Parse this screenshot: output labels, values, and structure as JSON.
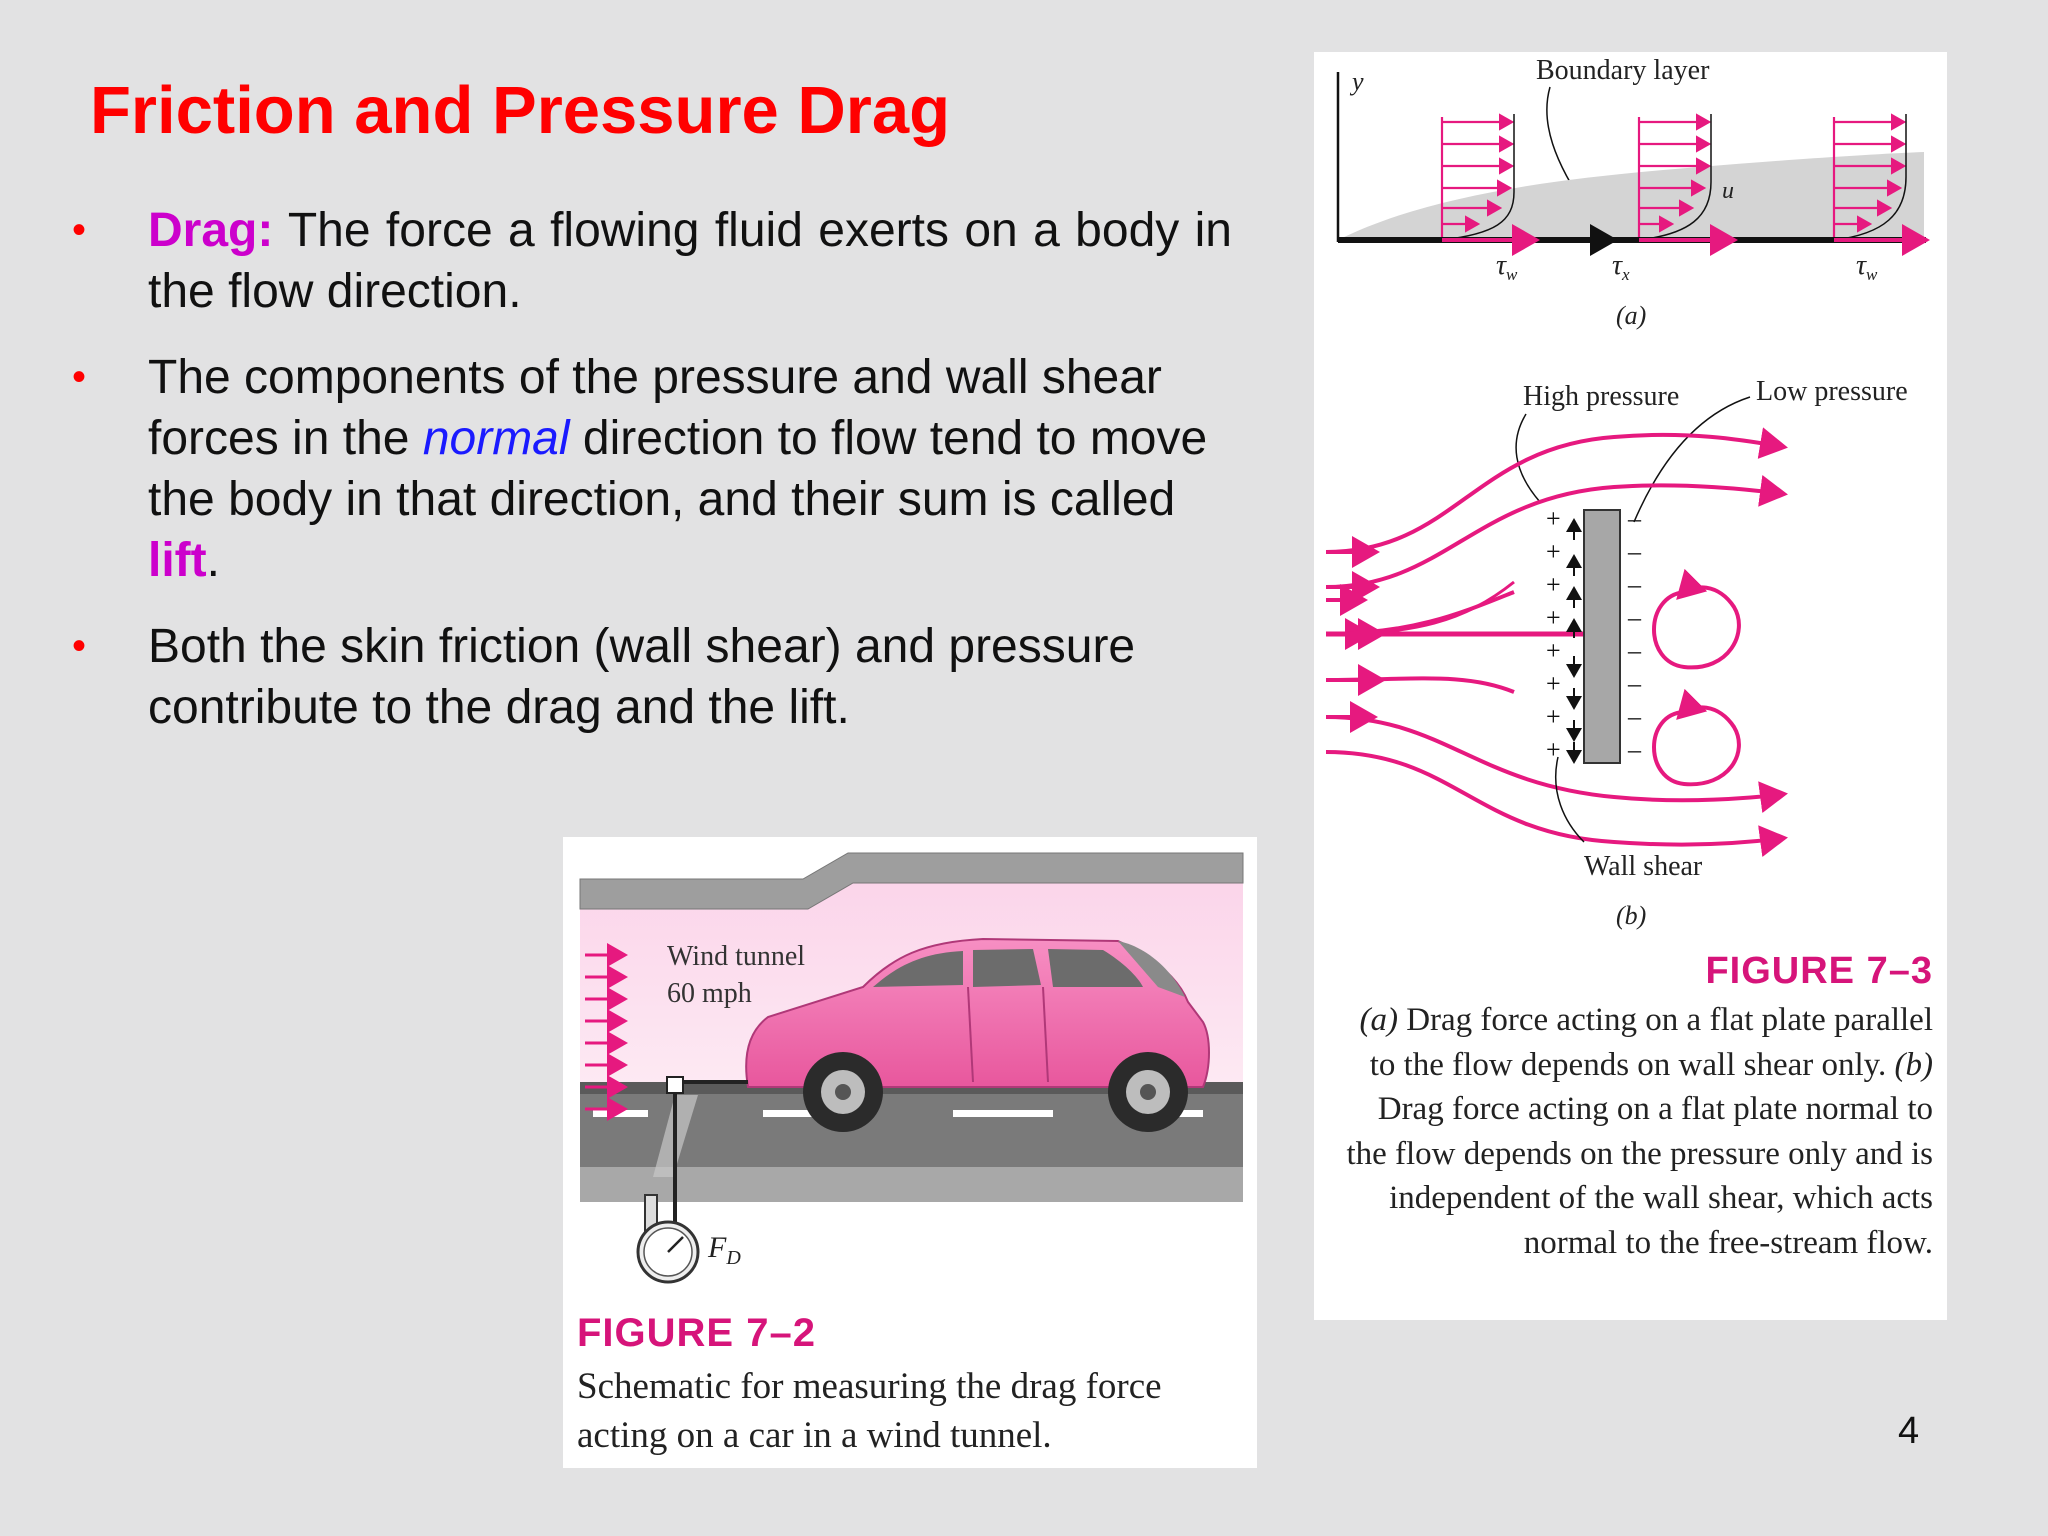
{
  "slide": {
    "title": "Friction and Pressure Drag",
    "page_number": "4",
    "bullets": [
      {
        "term": "Drag:",
        "text": " The force a flowing fluid exerts on a body in the flow direction."
      },
      {
        "pre": "The components of the pressure and wall shear forces in the ",
        "em": "normal",
        "mid": " direction to flow tend to move the body in that direction, and their sum is called ",
        "term": "lift",
        "post": "."
      },
      {
        "text": "Both the skin friction (wall shear) and pressure contribute to the drag and the lift."
      }
    ]
  },
  "figure_7_2": {
    "label_tunnel": "Wind tunnel",
    "label_speed": "60 mph",
    "label_force": "F",
    "label_force_sub": "D",
    "caption_title": "FIGURE 7–2",
    "caption_text": "Schematic for measuring the drag force acting on a car in a wind tunnel."
  },
  "figure_7_3": {
    "label_y": "y",
    "label_boundary_layer": "Boundary layer",
    "label_u": "u",
    "label_tau": "τ",
    "label_tau_w_sub": "w",
    "label_tau_x_sub": "x",
    "label_a": "(a)",
    "label_high_pressure": "High pressure",
    "label_low_pressure": "Low pressure",
    "label_wall_shear": "Wall shear",
    "label_b": "(b)",
    "plus_sign": "+",
    "minus_sign": "–",
    "caption_title": "FIGURE 7–3",
    "caption_a": "(a)",
    "caption_a_text": " Drag force acting on a flat plate parallel to the flow depends on wall shear only. ",
    "caption_b": "(b)",
    "caption_b_text": " Drag force acting on a flat plate normal to the flow depends on the pressure only and is independent of the wall shear, which acts normal to the free-stream flow."
  },
  "colors": {
    "title": "#ff0000",
    "accent_magenta": "#cc00cc",
    "normal_blue": "#1a1aff",
    "figure_pink": "#e6197f",
    "caption_pink": "#d6147a"
  }
}
